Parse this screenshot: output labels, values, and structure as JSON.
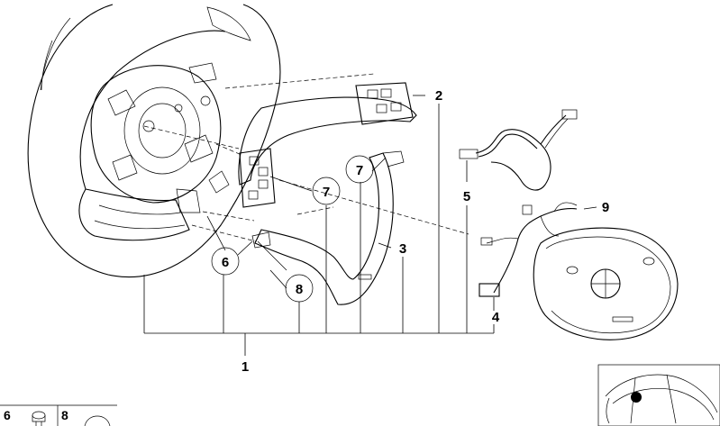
{
  "callouts": {
    "c1": "1",
    "c2": "2",
    "c3": "3",
    "c4": "4",
    "c5": "5",
    "c6": "6",
    "c7a": "7",
    "c7b": "7",
    "c8": "8",
    "c9": "9"
  },
  "inset": {
    "label_6": "6",
    "label_8": "8"
  }
}
